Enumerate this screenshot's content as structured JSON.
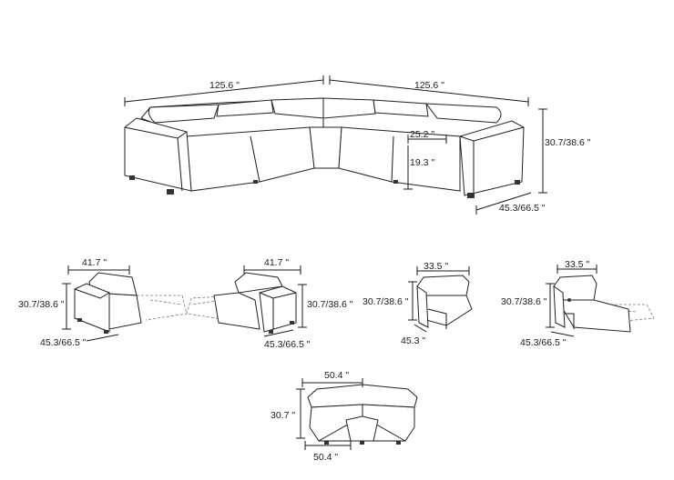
{
  "dimensions": {
    "sectional_width_left": "125.6 \"",
    "sectional_width_right": "125.6 \"",
    "sectional_height": "30.7/38.6 \"",
    "sectional_depth": "45.3/66.5 \"",
    "seat_depth": "25.2 \"",
    "seat_height": "19.3 \"",
    "left_arm_width": "41.7 \"",
    "left_arm_height": "30.7/38.6 \"",
    "left_arm_depth": "45.3/66.5 \"",
    "right_arm_width": "41.7 \"",
    "right_arm_height": "30.7/38.6 \"",
    "right_arm_depth": "45.3/66.5 \"",
    "armless_width": "33.5 \"",
    "armless_height": "30.7/38.6 \"",
    "armless_depth": "45.3 \"",
    "recliner_width": "33.5 \"",
    "recliner_height": "30.7/38.6 \"",
    "recliner_depth": "45.3/66.5 \"",
    "corner_width": "50.4 \"",
    "corner_height": "30.7 \"",
    "corner_depth": "50.4 \""
  }
}
